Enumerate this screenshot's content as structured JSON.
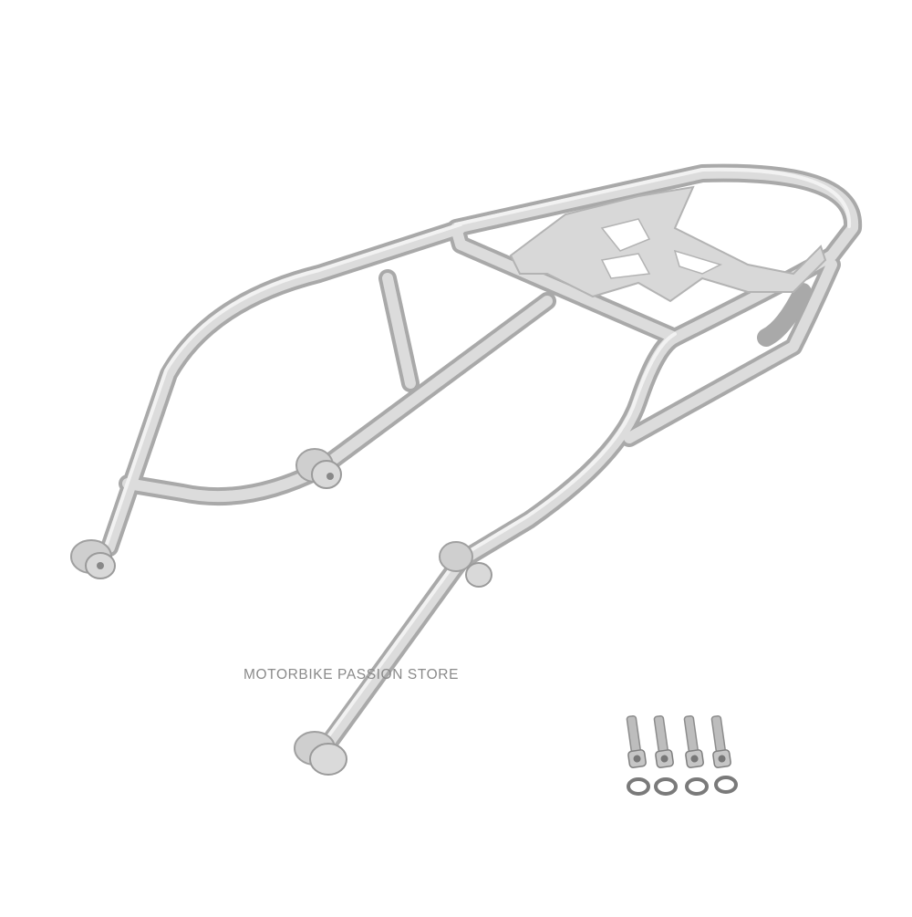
{
  "product": {
    "subject": "motorcycle rear luggage rack (silver tubular frame) with mounting hardware",
    "frame_color": "#c8c8c8",
    "plate_color": "#dadada",
    "background": "#ffffff"
  },
  "watermark": {
    "text": "MOTORBIKE PASSION STORE",
    "color": "#8a8a8a"
  },
  "hardware": {
    "bolts": 4,
    "washers": 4
  }
}
